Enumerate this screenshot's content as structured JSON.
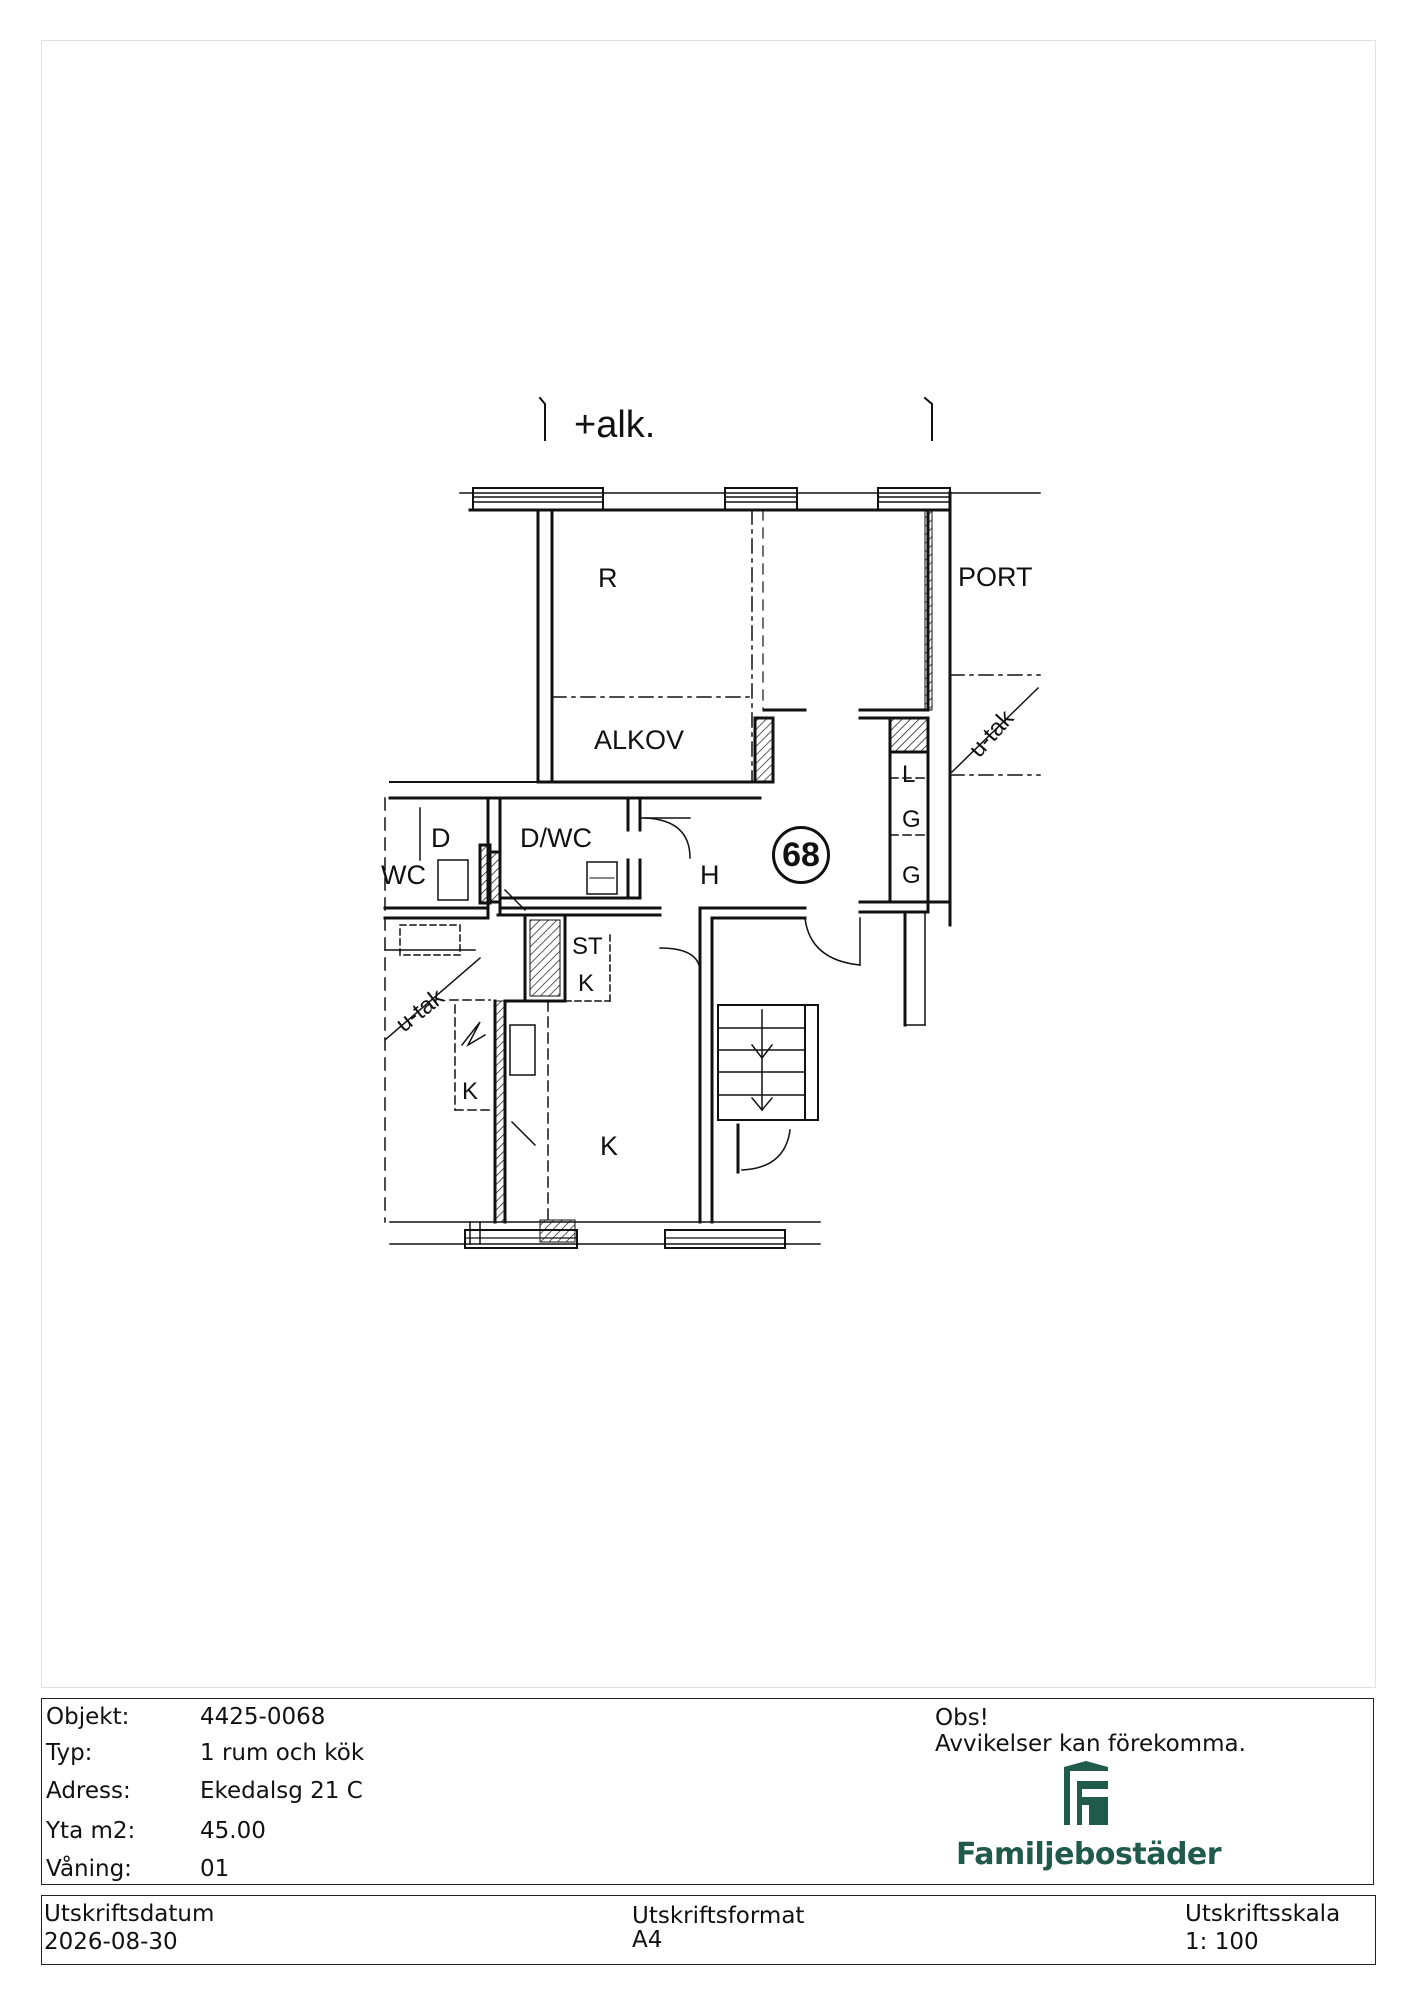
{
  "floor_plan": {
    "header_label": "+alk.",
    "apartment_number": "68",
    "rooms": {
      "room": "R",
      "alcove": "ALKOV",
      "port": "PORT",
      "bath": "D/WC",
      "neighbor_bath_d": "D",
      "neighbor_bath_wc": "WC",
      "hall": "H",
      "kitchen": "K",
      "storage": "ST",
      "cupboard": "K",
      "neighbor_kitchen": "K",
      "closet_l": "L",
      "closet_g1": "G",
      "closet_g2": "G",
      "roof_right": "u-tak",
      "roof_left": "u-tak"
    }
  },
  "info": {
    "objekt_label": "Objekt:",
    "objekt_value": "4425-0068",
    "typ_label": "Typ:",
    "typ_value": "1 rum och kök",
    "adress_label": "Adress:",
    "adress_value": "Ekedalsg 21 C",
    "yta_label": "Yta m2:",
    "yta_value": "45.00",
    "vaning_label": "Våning:",
    "vaning_value": "01",
    "obs_title": "Obs!",
    "obs_text": "Avvikelser kan förekomma.",
    "brand_name": "Familjebostäder",
    "brand_color": "#1f5a4b"
  },
  "print": {
    "date_label": "Utskriftsdatum",
    "date_value": "2026-08-30",
    "format_label": "Utskriftsformat",
    "format_value": "A4",
    "scale_label": "Utskriftsskala",
    "scale_value": "1: 100"
  }
}
